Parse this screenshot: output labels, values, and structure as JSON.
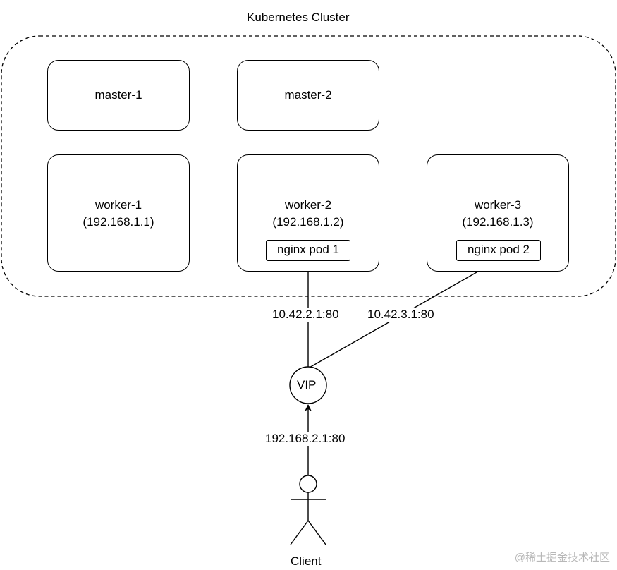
{
  "cluster": {
    "title": "Kubernetes Cluster"
  },
  "masters": [
    {
      "name": "master-1"
    },
    {
      "name": "master-2"
    }
  ],
  "workers": [
    {
      "name": "worker-1",
      "ip": "(192.168.1.1)"
    },
    {
      "name": "worker-2",
      "ip": "(192.168.1.2)",
      "pod": "nginx pod 1"
    },
    {
      "name": "worker-3",
      "ip": "(192.168.1.3)",
      "pod": "nginx pod 2"
    }
  ],
  "vip": {
    "label": "VIP"
  },
  "edges": {
    "vip_to_pod1": "10.42.2.1:80",
    "vip_to_pod2": "10.42.3.1:80",
    "client_to_vip": "192.168.2.1:80"
  },
  "client": {
    "label": "Client"
  },
  "watermark": "@稀土掘金技术社区"
}
